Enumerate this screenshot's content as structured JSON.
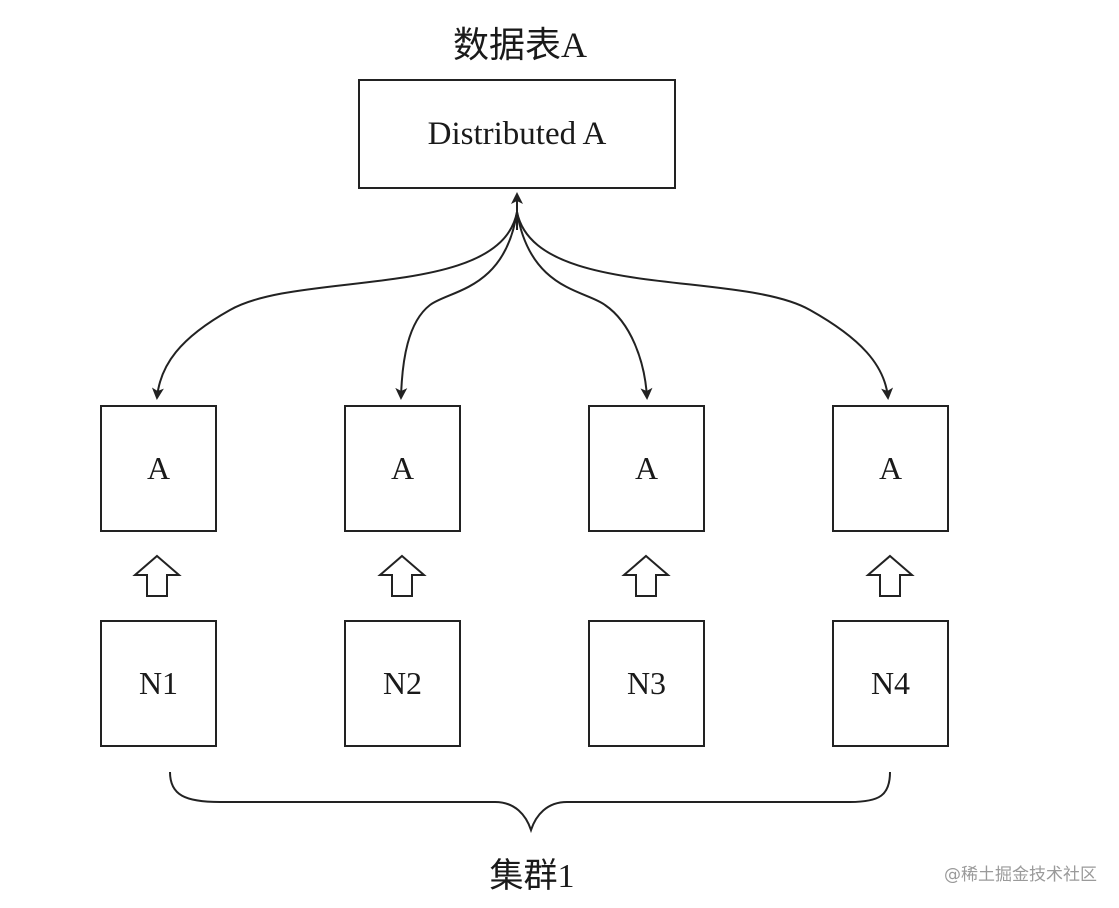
{
  "diagram": {
    "title": "数据表A",
    "distributed_box": "Distributed A",
    "columns": [
      {
        "replica": "A",
        "node": "N1"
      },
      {
        "replica": "A",
        "node": "N2"
      },
      {
        "replica": "A",
        "node": "N3"
      },
      {
        "replica": "A",
        "node": "N4"
      }
    ],
    "cluster_label": "集群1"
  },
  "watermark": "@稀土掘金技术社区"
}
